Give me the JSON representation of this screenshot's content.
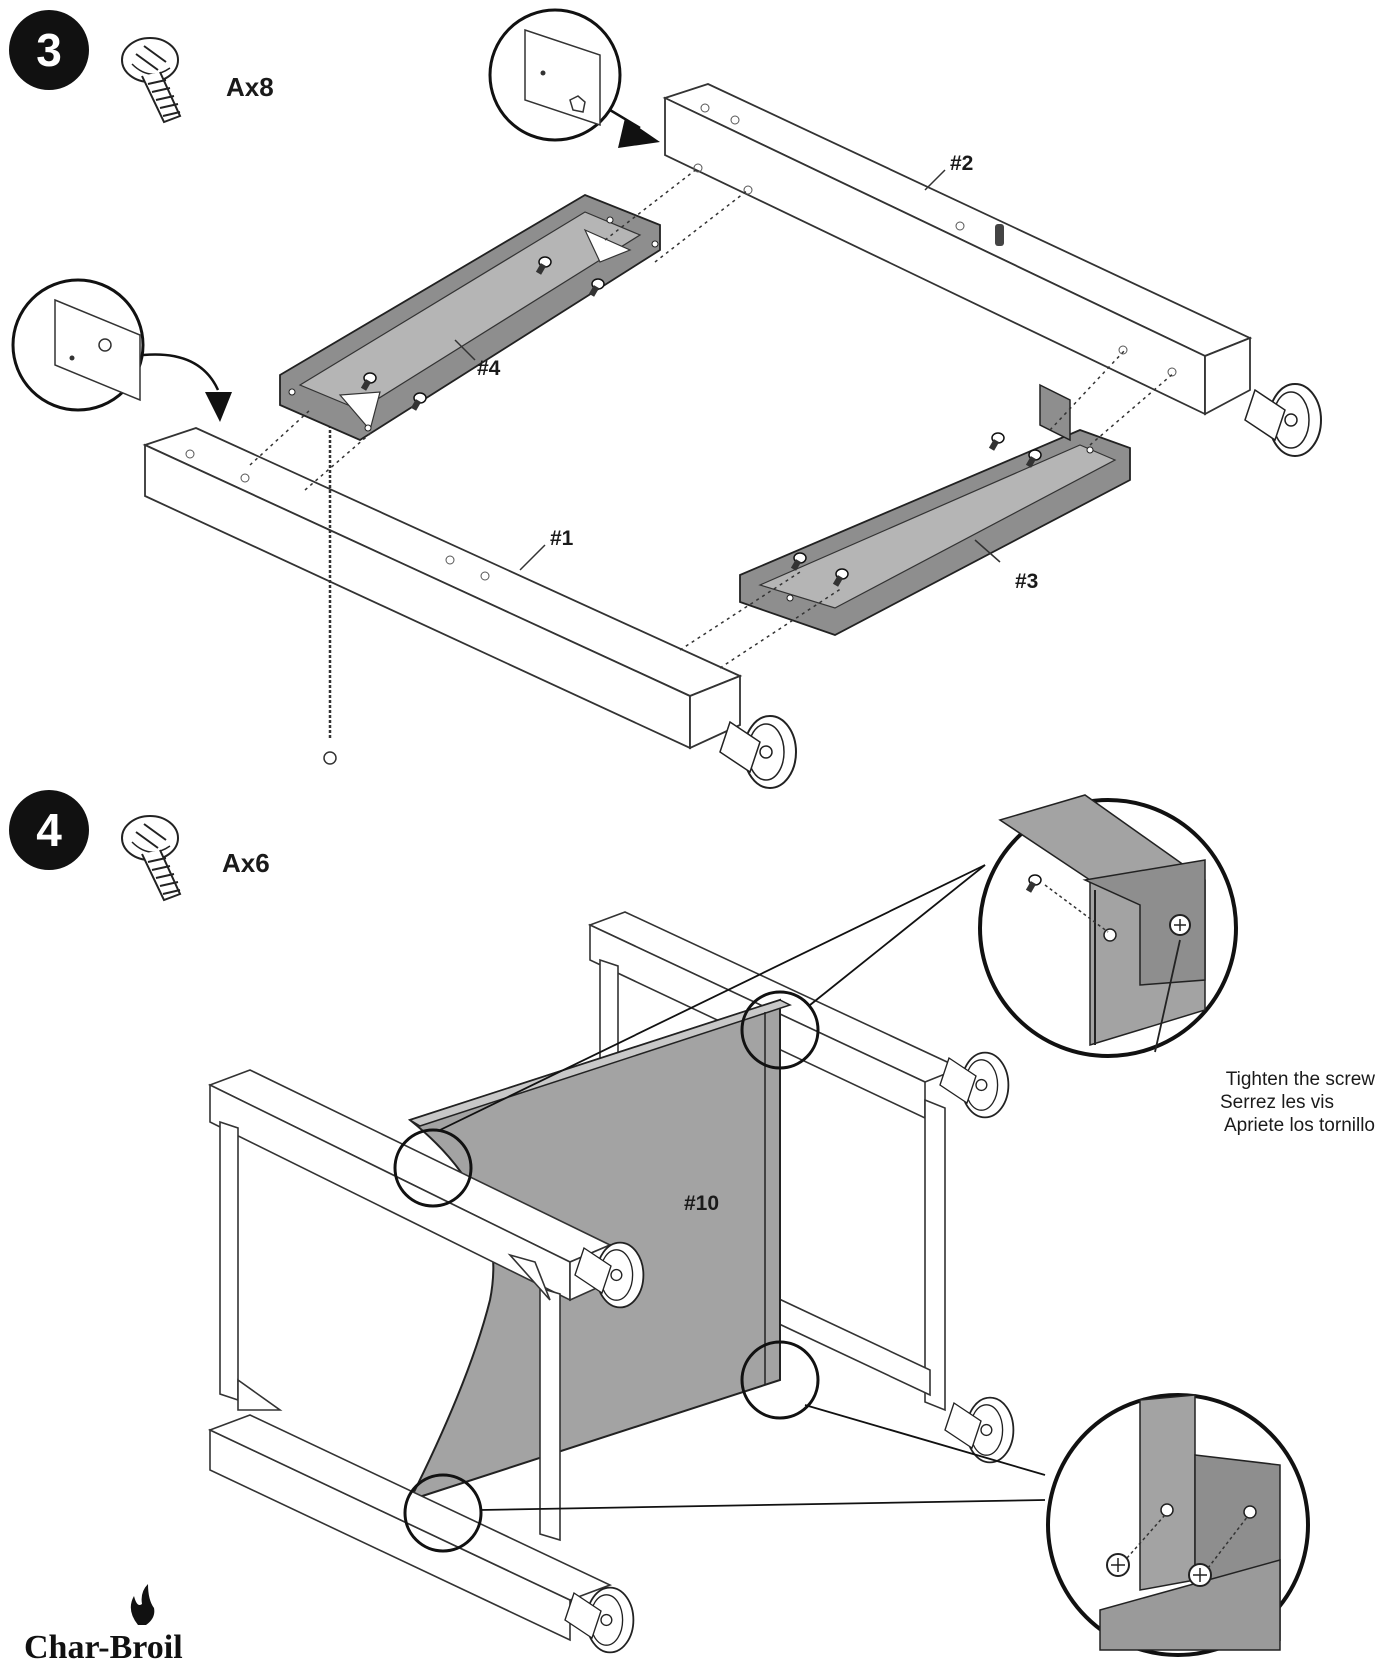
{
  "step3": {
    "number": "3",
    "hardware_qty": "Ax8",
    "parts": {
      "p1": "#1",
      "p2": "#2",
      "p3": "#3",
      "p4": "#4"
    }
  },
  "step4": {
    "number": "4",
    "hardware_qty": "Ax6",
    "parts": {
      "p10": "#10"
    },
    "note": {
      "en": "Tighten the screw",
      "fr": "Serrez les vis",
      "es": "Apriete los tornillo"
    }
  },
  "brand": {
    "logo_text": "Char-Broil"
  },
  "icons": {
    "screw": "screw-icon",
    "flame": "flame-icon"
  },
  "colors": {
    "ink": "#1a1a1a",
    "panel_gray": "#a3a3a3",
    "bracket_gray": "#8e8e8e",
    "frame_white": "#ffffff"
  }
}
